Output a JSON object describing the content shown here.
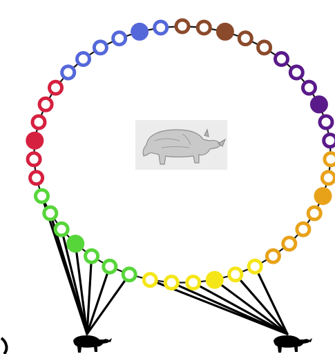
{
  "diagram": {
    "center_image": "rhino-photo-icon",
    "observer_left": "rhino-silhouette-icon",
    "observer_right": "rhino-silhouette-icon",
    "colors": {
      "brown": "#8B4A2B",
      "purple": "#5A1A8A",
      "orange": "#E8A21A",
      "yellow": "#F5E619",
      "green": "#57D63A",
      "red": "#D6203F",
      "blue": "#5568DA"
    },
    "nodes": [
      {
        "color": "brown",
        "filled": false
      },
      {
        "color": "brown",
        "filled": false
      },
      {
        "color": "brown",
        "filled": true
      },
      {
        "color": "brown",
        "filled": false
      },
      {
        "color": "brown",
        "filled": false
      },
      {
        "color": "purple",
        "filled": false
      },
      {
        "color": "purple",
        "filled": false
      },
      {
        "color": "purple",
        "filled": false
      },
      {
        "color": "purple",
        "filled": true
      },
      {
        "color": "purple",
        "filled": false
      },
      {
        "color": "purple",
        "filled": false
      },
      {
        "color": "orange",
        "filled": false
      },
      {
        "color": "orange",
        "filled": false
      },
      {
        "color": "orange",
        "filled": true
      },
      {
        "color": "orange",
        "filled": false
      },
      {
        "color": "orange",
        "filled": false
      },
      {
        "color": "orange",
        "filled": false
      },
      {
        "color": "orange",
        "filled": false
      },
      {
        "color": "yellow",
        "filled": false
      },
      {
        "color": "yellow",
        "filled": false
      },
      {
        "color": "yellow",
        "filled": true
      },
      {
        "color": "yellow",
        "filled": false
      },
      {
        "color": "yellow",
        "filled": false
      },
      {
        "color": "yellow",
        "filled": false
      },
      {
        "color": "green",
        "filled": false
      },
      {
        "color": "green",
        "filled": false
      },
      {
        "color": "green",
        "filled": false
      },
      {
        "color": "green",
        "filled": true
      },
      {
        "color": "green",
        "filled": false
      },
      {
        "color": "green",
        "filled": false
      },
      {
        "color": "green",
        "filled": false
      },
      {
        "color": "red",
        "filled": false
      },
      {
        "color": "red",
        "filled": false
      },
      {
        "color": "red",
        "filled": true
      },
      {
        "color": "red",
        "filled": false
      },
      {
        "color": "red",
        "filled": false
      },
      {
        "color": "red",
        "filled": false
      },
      {
        "color": "blue",
        "filled": false
      },
      {
        "color": "blue",
        "filled": false
      },
      {
        "color": "blue",
        "filled": false
      },
      {
        "color": "blue",
        "filled": false
      },
      {
        "color": "blue",
        "filled": true
      },
      {
        "color": "blue",
        "filled": false
      }
    ],
    "left_observer_links": [
      "green"
    ],
    "right_observer_links": [
      "yellow"
    ]
  }
}
